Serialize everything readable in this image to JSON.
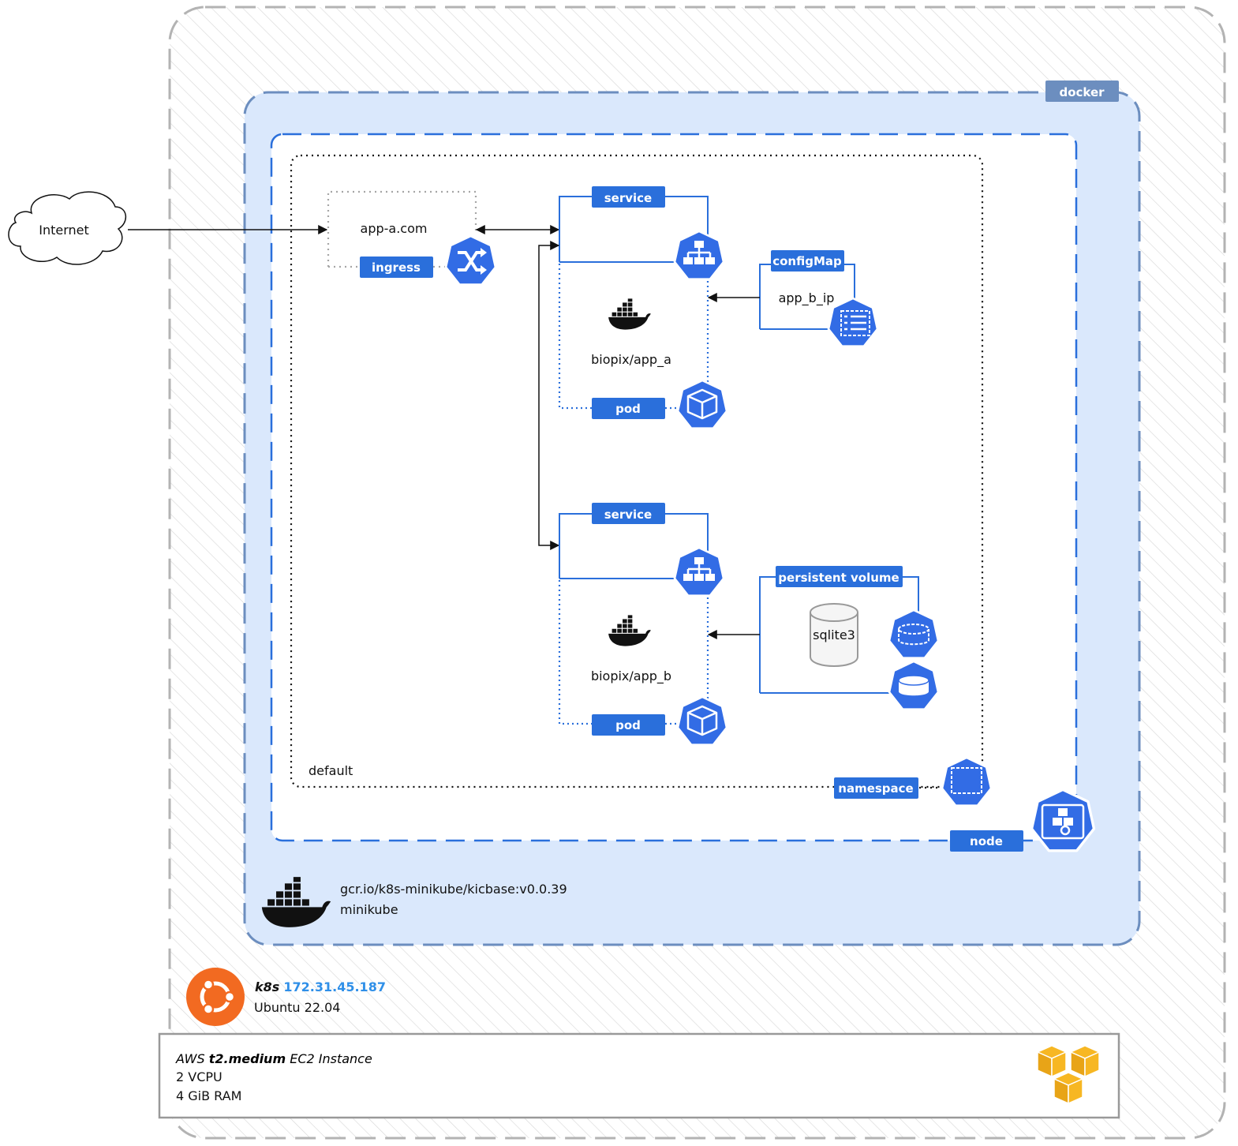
{
  "internet": {
    "label": "Internet"
  },
  "ingress": {
    "host": "app-a.com",
    "badge": "ingress"
  },
  "service_a": {
    "badge": "service"
  },
  "pod_a": {
    "badge": "pod",
    "image": "biopix/app_a"
  },
  "configmap": {
    "badge": "configMap",
    "value": "app_b_ip"
  },
  "service_b": {
    "badge": "service"
  },
  "pod_b": {
    "badge": "pod",
    "image": "biopix/app_b"
  },
  "persistent_volume": {
    "badge": "persistent volume",
    "db": "sqlite3"
  },
  "namespace": {
    "badge": "namespace",
    "name": "default"
  },
  "node": {
    "badge": "node"
  },
  "docker": {
    "badge": "docker",
    "image": "gcr.io/k8s-minikube/kicbase:v0.0.39",
    "name": "minikube"
  },
  "host": {
    "name": "k8s",
    "ip": "172.31.45.187",
    "os": "Ubuntu 22.04"
  },
  "aws": {
    "prefix": "AWS",
    "type": "t2.medium",
    "suffix": "EC2 Instance",
    "cpu": "2 VCPU",
    "ram": "4 GiB RAM"
  },
  "colors": {
    "k8s_blue": "#326ce5",
    "badge_blue": "#2a6fdb",
    "docker_fill": "#dae8fc",
    "docker_stroke": "#6c8ebf",
    "ubuntu_orange": "#f26a21",
    "aws_yellow": "#f7b723",
    "ip_blue": "#2f8fe8"
  }
}
